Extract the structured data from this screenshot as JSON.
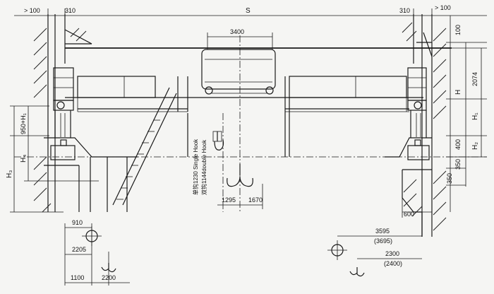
{
  "dimensions": {
    "gt100_left": "> 100",
    "d310_left": "310",
    "span_s": "S",
    "d310_right": "310",
    "gt100_right": "> 100",
    "d100_right": "100",
    "trolley_3400": "3400",
    "d2074": "2074",
    "h_label": "H",
    "h1_label": "H₁",
    "d400": "400",
    "h2_label": "H₂",
    "d350_a": "350",
    "d350_b": "350",
    "d600": "600",
    "d950": "950+H₁",
    "h4_label": "H₄",
    "h3_label": "H₃",
    "d1295": "1295",
    "d1670": "1670",
    "d910": "910",
    "d2205": "2205",
    "d1100": "1100",
    "d2200": "2200",
    "d3595": "3595",
    "d3695": "(3695)",
    "d2300": "2300",
    "d2400": "(2400)"
  },
  "hook_labels": {
    "single": "单钩1230 Single Hook",
    "double": "双钩1144double Hook"
  }
}
